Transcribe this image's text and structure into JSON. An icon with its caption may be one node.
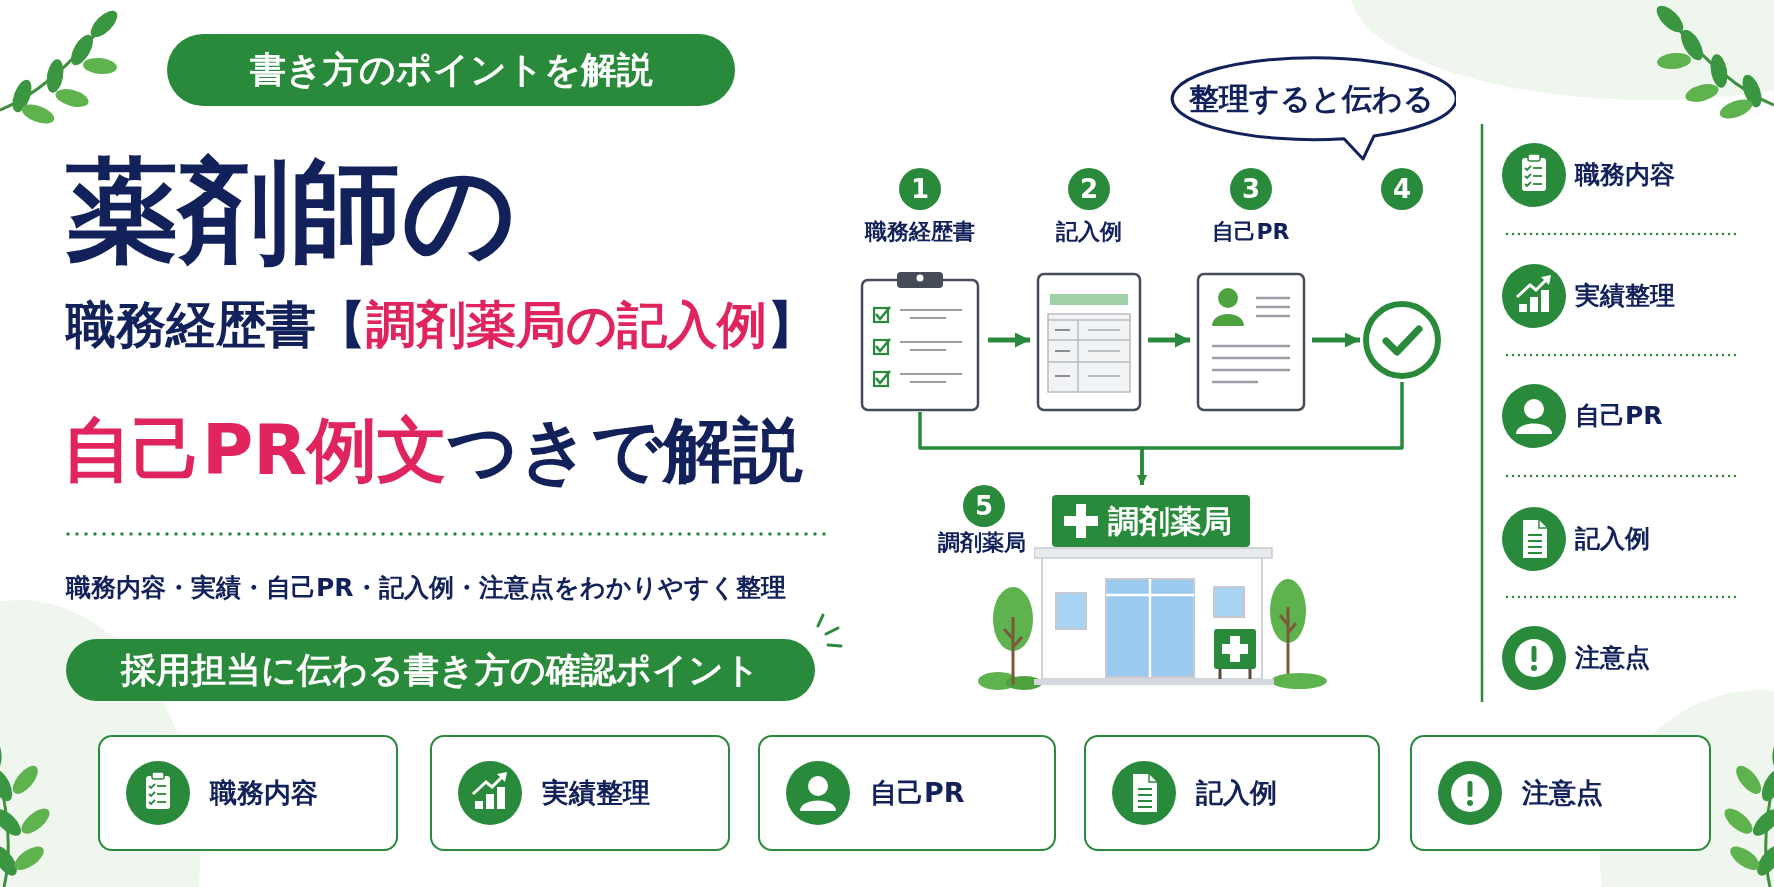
{
  "diagram": {
    "nodes": [
      {
        "text": [
          "書き方のポイントを解説"
        ]
      },
      {
        "text": [
          "整理すると伝わる"
        ]
      },
      {
        "text": [
          "1",
          "職務経歴書"
        ]
      },
      {
        "text": [
          "2",
          "記入例"
        ]
      },
      {
        "text": [
          "3",
          "自己PR"
        ]
      },
      {
        "text": [
          "4"
        ]
      },
      {
        "text": [
          "5",
          "調剤薬局",
          "調剤薬局"
        ]
      },
      {
        "text": [
          "採用担当に伝わる書き方の確認ポイント"
        ]
      },
      {
        "text": [
          "職務内容"
        ]
      },
      {
        "text": [
          "実績整理"
        ]
      },
      {
        "text": [
          "自己PR"
        ]
      },
      {
        "text": [
          "記入例"
        ]
      },
      {
        "text": [
          "注意点"
        ]
      }
    ],
    "edges": [
      {
        "from": 2,
        "to": 3,
        "arrow": "to"
      },
      {
        "from": 3,
        "to": 4,
        "arrow": "to"
      },
      {
        "from": 4,
        "to": 5,
        "arrow": "to"
      },
      {
        "from": 2,
        "to": 6,
        "arrow": "to"
      },
      {
        "from": 5,
        "to": 6,
        "arrow": "to"
      }
    ],
    "labels": [
      "薬剤師の",
      "職務経歴書【**調剤薬局の記入例**】",
      "**自己PR例文**つきで解説",
      "職務内容・実績・自己PR・記入例・注意点をわかりやすく整理",
      "職務内容",
      "実績整理",
      "自己PR",
      "記入例",
      "注意点"
    ]
  }
}
